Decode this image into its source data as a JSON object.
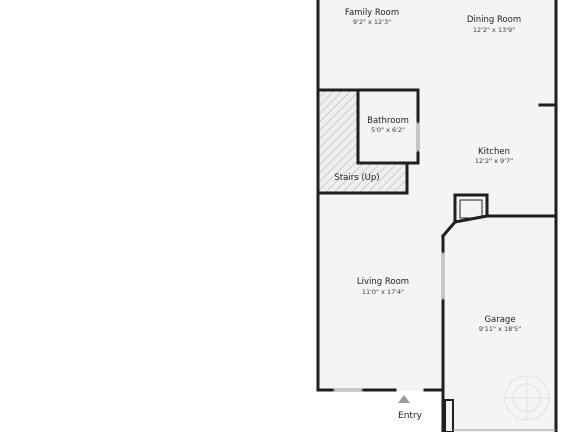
{
  "rooms": [
    {
      "id": "family-room",
      "name": "Family Room",
      "dims": "9'2\" x 12'3\""
    },
    {
      "id": "dining-room",
      "name": "Dining Room",
      "dims": "12'2\" x 13'9\""
    },
    {
      "id": "bathroom",
      "name": "Bathroom",
      "dims": "5'0\" x 6'2\""
    },
    {
      "id": "kitchen",
      "name": "Kitchen",
      "dims": "12'2\" x 9'7\""
    },
    {
      "id": "stairs",
      "name": "Stairs (Up)",
      "dims": ""
    },
    {
      "id": "living-room",
      "name": "Living Room",
      "dims": "11'0\" x 17'4\""
    },
    {
      "id": "garage",
      "name": "Garage",
      "dims": "9'11\" x 18'5\""
    }
  ],
  "entry": {
    "label": "Entry"
  },
  "colors": {
    "floor": "#f4f4f4",
    "wall": "#1f1f1f",
    "hatch": "#bdbdbd"
  }
}
